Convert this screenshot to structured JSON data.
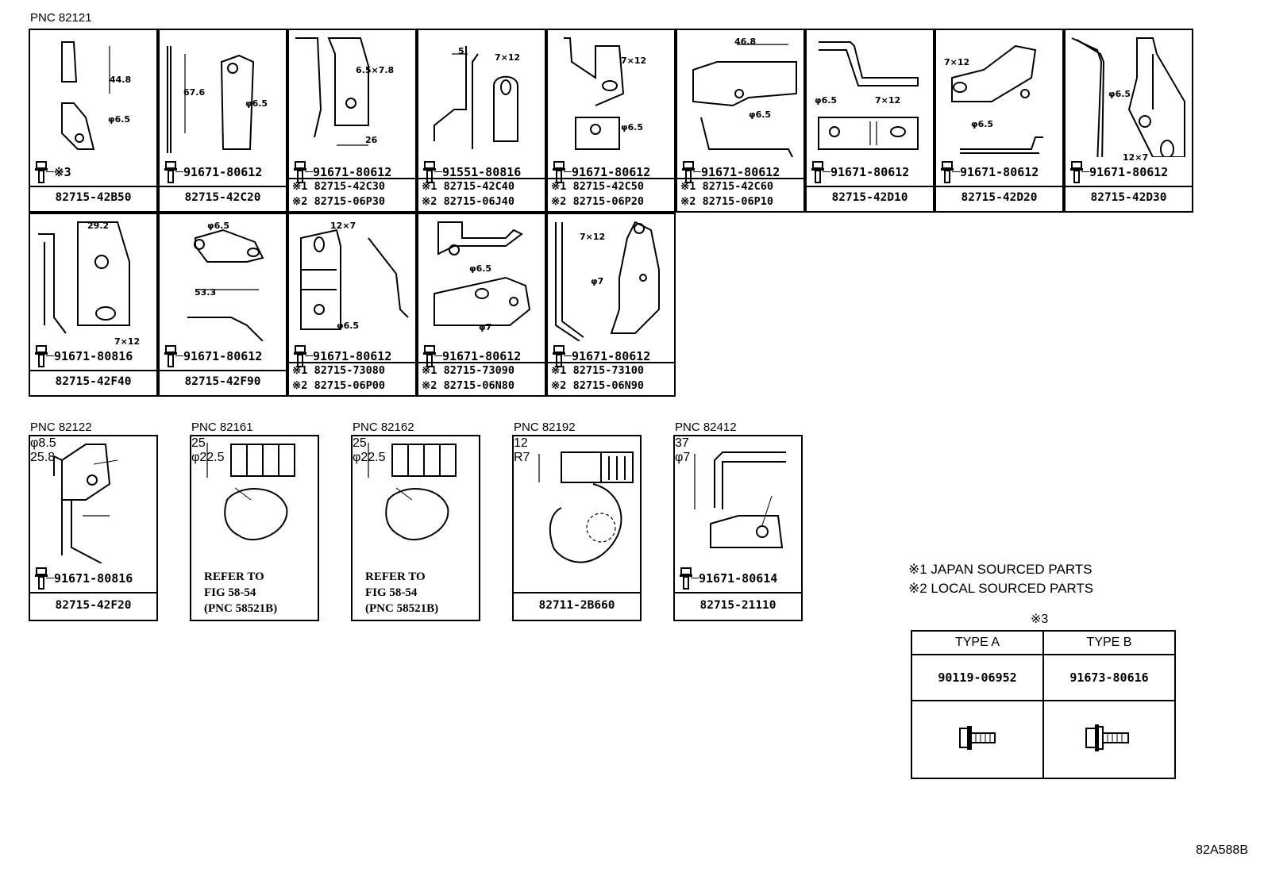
{
  "pnc_labels": [
    "PNC 82121",
    "PNC 82122",
    "PNC 82161",
    "PNC 82162",
    "PNC 82192",
    "PNC 82412"
  ],
  "row1": [
    {
      "bolt": "※3",
      "parts": [
        "82715-42B50"
      ],
      "dims": [
        "44.8",
        "φ6.5"
      ]
    },
    {
      "bolt": "91671-80612",
      "parts": [
        "82715-42C20"
      ],
      "dims": [
        "67.6",
        "φ6.5"
      ]
    },
    {
      "bolt": "91671-80612",
      "parts": [
        "※1 82715-42C30",
        "※2 82715-06P30"
      ],
      "dims": [
        "6.5×7.8",
        "26"
      ]
    },
    {
      "bolt": "91551-80816",
      "parts": [
        "※1 82715-42C40",
        "※2 82715-06J40"
      ],
      "dims": [
        "5",
        "7×12"
      ]
    },
    {
      "bolt": "91671-80612",
      "parts": [
        "※1 82715-42C50",
        "※2 82715-06P20"
      ],
      "dims": [
        "7×12",
        "φ6.5"
      ]
    },
    {
      "bolt": "91671-80612",
      "parts": [
        "※1 82715-42C60",
        "※2 82715-06P10"
      ],
      "dims": [
        "46.8",
        "φ6.5"
      ]
    },
    {
      "bolt": "91671-80612",
      "parts": [
        "82715-42D10"
      ],
      "dims": [
        "φ6.5",
        "7×12"
      ]
    },
    {
      "bolt": "91671-80612",
      "parts": [
        "82715-42D20"
      ],
      "dims": [
        "7×12",
        "φ6.5"
      ]
    },
    {
      "bolt": "91671-80612",
      "parts": [
        "82715-42D30"
      ],
      "dims": [
        "φ6.5",
        "12×7"
      ]
    }
  ],
  "row2": [
    {
      "bolt": "91671-80816",
      "parts": [
        "82715-42F40"
      ],
      "dims": [
        "29.2",
        "7×12"
      ]
    },
    {
      "bolt": "91671-80612",
      "parts": [
        "82715-42F90"
      ],
      "dims": [
        "φ6.5",
        "53.3"
      ]
    },
    {
      "bolt": "91671-80612",
      "parts": [
        "※1 82715-73080",
        "※2 82715-06P00"
      ],
      "dims": [
        "12×7",
        "φ6.5"
      ]
    },
    {
      "bolt": "91671-80612",
      "parts": [
        "※1 82715-73090",
        "※2 82715-06N80"
      ],
      "dims": [
        "φ6.5",
        "φ7"
      ]
    },
    {
      "bolt": "91671-80612",
      "parts": [
        "※1 82715-73100",
        "※2 82715-06N90"
      ],
      "dims": [
        "7×12",
        "φ7"
      ]
    }
  ],
  "row3": [
    {
      "bolt": "91671-80816",
      "part": "82715-42F20",
      "dims": [
        "φ8.5",
        "25.8"
      ]
    },
    {
      "refer": [
        "REFER TO",
        "FIG 58-54",
        "(PNC 58521B)"
      ],
      "dims": [
        "25",
        "φ22.5"
      ]
    },
    {
      "refer": [
        "REFER TO",
        "FIG 58-54",
        "(PNC 58521B)"
      ],
      "dims": [
        "25",
        "φ22.5"
      ]
    },
    {
      "part": "82711-2B660",
      "dims": [
        "12",
        "R7"
      ]
    },
    {
      "bolt": "91671-80614",
      "part": "82715-21110",
      "dims": [
        "37",
        "φ7"
      ]
    }
  ],
  "legend": [
    "※1 JAPAN SOURCED PARTS",
    "※2 LOCAL SOURCED PARTS"
  ],
  "types_title": "※3",
  "types": {
    "headers": [
      "TYPE A",
      "TYPE B"
    ],
    "values": [
      "90119-06952",
      "91673-80616"
    ]
  },
  "figure_code": "82A588B"
}
